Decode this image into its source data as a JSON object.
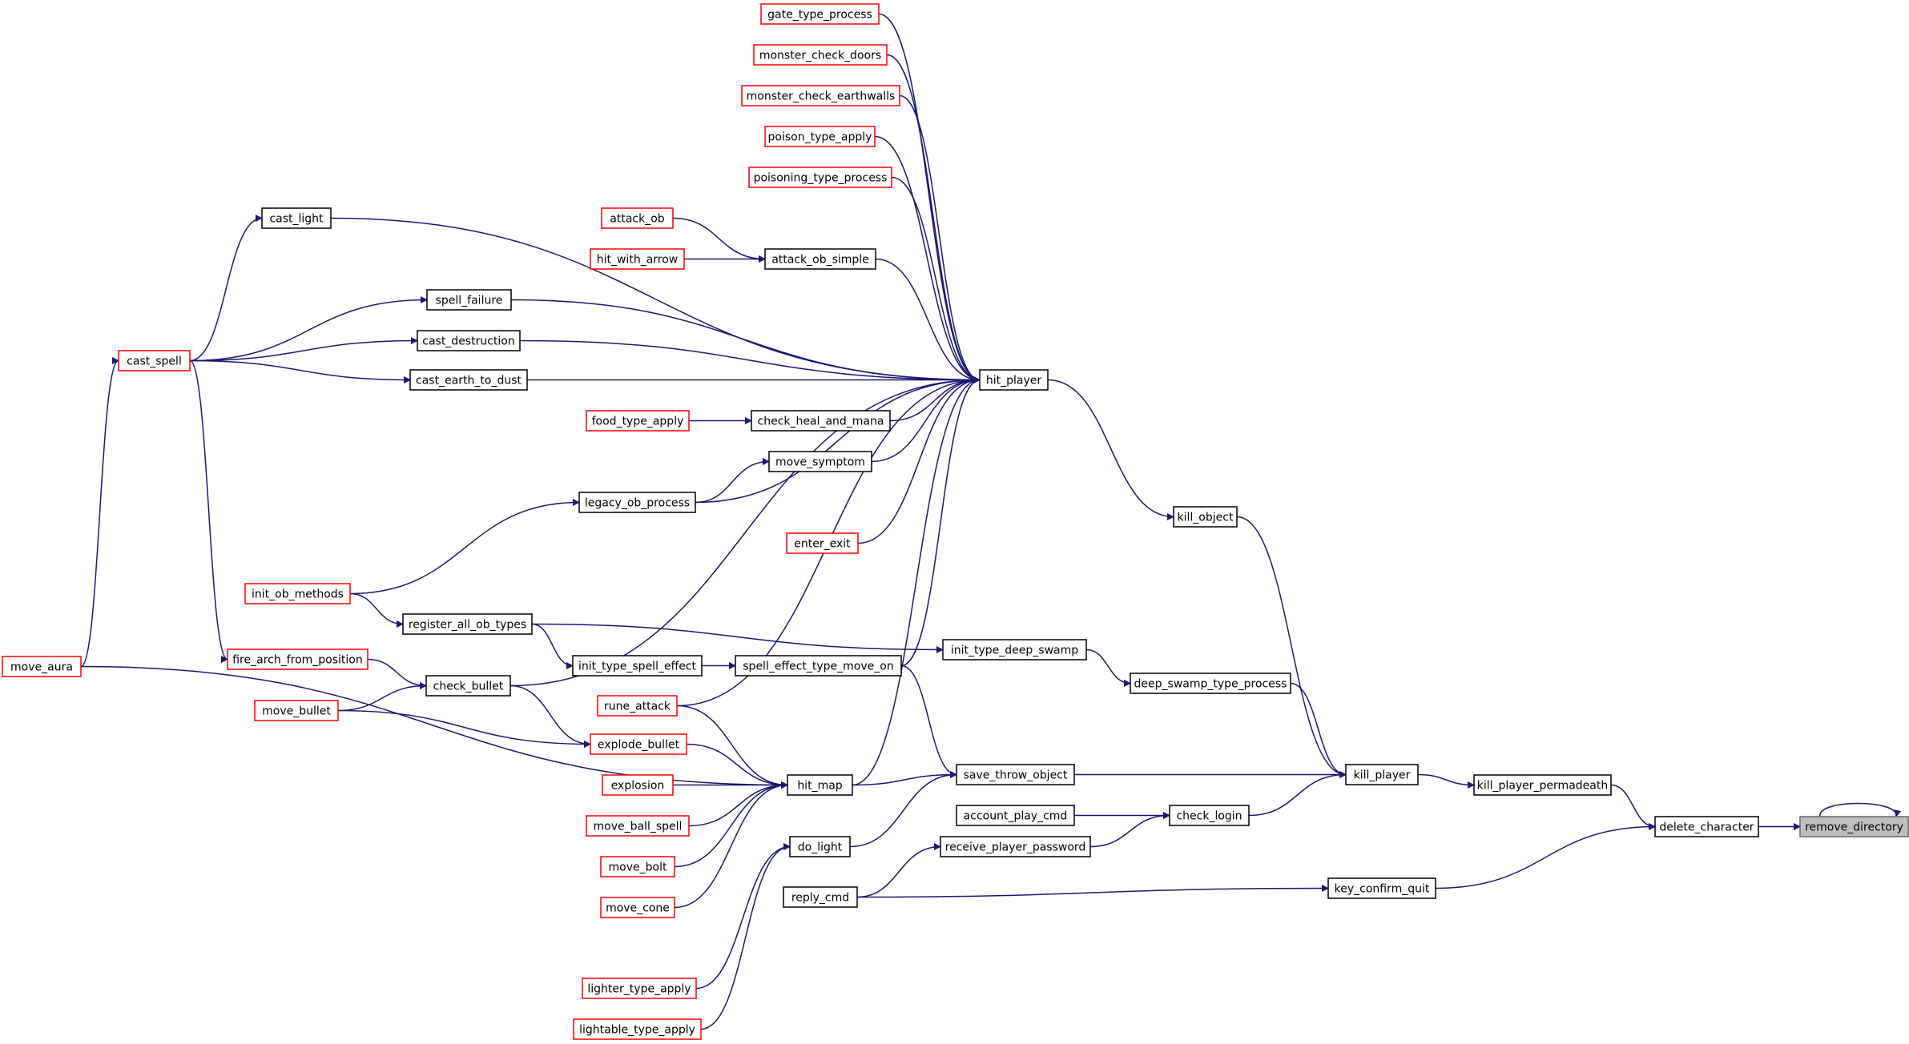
{
  "graph": {
    "edge_color": "#191970",
    "node_border_colors": {
      "documented": "#000000",
      "undocumented": "#ff0000",
      "focus": "#666666"
    },
    "focus_fill": "#bfbfbf",
    "nodes": [
      {
        "id": "remove_directory",
        "label": "remove_directory",
        "style": "focus"
      },
      {
        "id": "delete_character",
        "label": "delete_character",
        "style": "black"
      },
      {
        "id": "kill_player_permadeath",
        "label": "kill_player_permadeath",
        "style": "black"
      },
      {
        "id": "key_confirm_quit",
        "label": "key_confirm_quit",
        "style": "black"
      },
      {
        "id": "kill_player",
        "label": "kill_player",
        "style": "black"
      },
      {
        "id": "reply_cmd",
        "label": "reply_cmd",
        "style": "black"
      },
      {
        "id": "kill_object",
        "label": "kill_object",
        "style": "black"
      },
      {
        "id": "deep_swamp_type_process",
        "label": "deep_swamp_type_process",
        "style": "black"
      },
      {
        "id": "save_throw_object",
        "label": "save_throw_object",
        "style": "black"
      },
      {
        "id": "check_login",
        "label": "check_login",
        "style": "black"
      },
      {
        "id": "account_play_cmd",
        "label": "account_play_cmd",
        "style": "black"
      },
      {
        "id": "receive_player_password",
        "label": "receive_player_password",
        "style": "black"
      },
      {
        "id": "hit_player",
        "label": "hit_player",
        "style": "black"
      },
      {
        "id": "init_type_deep_swamp",
        "label": "init_type_deep_swamp",
        "style": "black"
      },
      {
        "id": "spell_effect_type_move_on",
        "label": "spell_effect_type_move_on",
        "style": "black"
      },
      {
        "id": "hit_map",
        "label": "hit_map",
        "style": "black"
      },
      {
        "id": "do_light",
        "label": "do_light",
        "style": "black"
      },
      {
        "id": "gate_type_process",
        "label": "gate_type_process",
        "style": "red"
      },
      {
        "id": "monster_check_doors",
        "label": "monster_check_doors",
        "style": "red"
      },
      {
        "id": "monster_check_earthwalls",
        "label": "monster_check_earthwalls",
        "style": "red"
      },
      {
        "id": "poison_type_apply",
        "label": "poison_type_apply",
        "style": "red"
      },
      {
        "id": "poisoning_type_process",
        "label": "poisoning_type_process",
        "style": "red"
      },
      {
        "id": "cast_light",
        "label": "cast_light",
        "style": "black"
      },
      {
        "id": "attack_ob",
        "label": "attack_ob",
        "style": "red"
      },
      {
        "id": "attack_ob_simple",
        "label": "attack_ob_simple",
        "style": "black"
      },
      {
        "id": "hit_with_arrow",
        "label": "hit_with_arrow",
        "style": "red"
      },
      {
        "id": "spell_failure",
        "label": "spell_failure",
        "style": "black"
      },
      {
        "id": "cast_destruction",
        "label": "cast_destruction",
        "style": "black"
      },
      {
        "id": "cast_earth_to_dust",
        "label": "cast_earth_to_dust",
        "style": "black"
      },
      {
        "id": "check_heal_and_mana",
        "label": "check_heal_and_mana",
        "style": "black"
      },
      {
        "id": "food_type_apply",
        "label": "food_type_apply",
        "style": "red"
      },
      {
        "id": "move_symptom",
        "label": "move_symptom",
        "style": "black"
      },
      {
        "id": "legacy_ob_process",
        "label": "legacy_ob_process",
        "style": "black"
      },
      {
        "id": "enter_exit",
        "label": "enter_exit",
        "style": "red"
      },
      {
        "id": "init_ob_methods",
        "label": "init_ob_methods",
        "style": "red"
      },
      {
        "id": "register_all_ob_types",
        "label": "register_all_ob_types",
        "style": "black"
      },
      {
        "id": "init_type_spell_effect",
        "label": "init_type_spell_effect",
        "style": "black"
      },
      {
        "id": "check_bullet",
        "label": "check_bullet",
        "style": "black"
      },
      {
        "id": "fire_arch_from_position",
        "label": "fire_arch_from_position",
        "style": "red"
      },
      {
        "id": "move_bullet",
        "label": "move_bullet",
        "style": "red"
      },
      {
        "id": "explode_bullet",
        "label": "explode_bullet",
        "style": "red"
      },
      {
        "id": "rune_attack",
        "label": "rune_attack",
        "style": "red"
      },
      {
        "id": "explosion",
        "label": "explosion",
        "style": "red"
      },
      {
        "id": "move_ball_spell",
        "label": "move_ball_spell",
        "style": "red"
      },
      {
        "id": "move_bolt",
        "label": "move_bolt",
        "style": "red"
      },
      {
        "id": "move_cone",
        "label": "move_cone",
        "style": "red"
      },
      {
        "id": "lighter_type_apply",
        "label": "lighter_type_apply",
        "style": "red"
      },
      {
        "id": "lightable_type_apply",
        "label": "lightable_type_apply",
        "style": "red"
      },
      {
        "id": "cast_spell",
        "label": "cast_spell",
        "style": "red"
      },
      {
        "id": "move_aura",
        "label": "move_aura",
        "style": "red"
      }
    ],
    "edges": [
      {
        "from": "remove_directory",
        "to": "remove_directory"
      },
      {
        "from": "remove_directory",
        "to": "delete_character"
      },
      {
        "from": "delete_character",
        "to": "kill_player_permadeath"
      },
      {
        "from": "delete_character",
        "to": "key_confirm_quit"
      },
      {
        "from": "kill_player_permadeath",
        "to": "kill_player"
      },
      {
        "from": "key_confirm_quit",
        "to": "reply_cmd"
      },
      {
        "from": "kill_player",
        "to": "kill_object"
      },
      {
        "from": "kill_player",
        "to": "deep_swamp_type_process"
      },
      {
        "from": "kill_player",
        "to": "save_throw_object"
      },
      {
        "from": "kill_player",
        "to": "check_login"
      },
      {
        "from": "check_login",
        "to": "account_play_cmd"
      },
      {
        "from": "check_login",
        "to": "receive_player_password"
      },
      {
        "from": "receive_player_password",
        "to": "reply_cmd"
      },
      {
        "from": "kill_object",
        "to": "hit_player"
      },
      {
        "from": "deep_swamp_type_process",
        "to": "init_type_deep_swamp"
      },
      {
        "from": "init_type_deep_swamp",
        "to": "register_all_ob_types"
      },
      {
        "from": "save_throw_object",
        "to": "spell_effect_type_move_on"
      },
      {
        "from": "save_throw_object",
        "to": "hit_map"
      },
      {
        "from": "save_throw_object",
        "to": "do_light"
      },
      {
        "from": "hit_player",
        "to": "gate_type_process"
      },
      {
        "from": "hit_player",
        "to": "monster_check_doors"
      },
      {
        "from": "hit_player",
        "to": "monster_check_earthwalls"
      },
      {
        "from": "hit_player",
        "to": "poison_type_apply"
      },
      {
        "from": "hit_player",
        "to": "poisoning_type_process"
      },
      {
        "from": "hit_player",
        "to": "cast_light"
      },
      {
        "from": "hit_player",
        "to": "attack_ob_simple"
      },
      {
        "from": "hit_player",
        "to": "spell_failure"
      },
      {
        "from": "hit_player",
        "to": "cast_destruction"
      },
      {
        "from": "hit_player",
        "to": "cast_earth_to_dust"
      },
      {
        "from": "hit_player",
        "to": "check_heal_and_mana"
      },
      {
        "from": "hit_player",
        "to": "move_symptom"
      },
      {
        "from": "hit_player",
        "to": "legacy_ob_process"
      },
      {
        "from": "hit_player",
        "to": "enter_exit"
      },
      {
        "from": "hit_player",
        "to": "check_bullet"
      },
      {
        "from": "hit_player",
        "to": "spell_effect_type_move_on"
      },
      {
        "from": "hit_player",
        "to": "rune_attack"
      },
      {
        "from": "hit_player",
        "to": "hit_map"
      },
      {
        "from": "attack_ob_simple",
        "to": "attack_ob"
      },
      {
        "from": "attack_ob_simple",
        "to": "hit_with_arrow"
      },
      {
        "from": "check_heal_and_mana",
        "to": "food_type_apply"
      },
      {
        "from": "move_symptom",
        "to": "legacy_ob_process"
      },
      {
        "from": "legacy_ob_process",
        "to": "init_ob_methods"
      },
      {
        "from": "register_all_ob_types",
        "to": "init_ob_methods"
      },
      {
        "from": "init_type_spell_effect",
        "to": "register_all_ob_types"
      },
      {
        "from": "spell_effect_type_move_on",
        "to": "init_type_spell_effect"
      },
      {
        "from": "check_bullet",
        "to": "fire_arch_from_position"
      },
      {
        "from": "check_bullet",
        "to": "move_bullet"
      },
      {
        "from": "explode_bullet",
        "to": "check_bullet"
      },
      {
        "from": "explode_bullet",
        "to": "move_bullet"
      },
      {
        "from": "hit_map",
        "to": "explode_bullet"
      },
      {
        "from": "hit_map",
        "to": "rune_attack"
      },
      {
        "from": "hit_map",
        "to": "explosion"
      },
      {
        "from": "hit_map",
        "to": "move_ball_spell"
      },
      {
        "from": "hit_map",
        "to": "move_bolt"
      },
      {
        "from": "hit_map",
        "to": "move_cone"
      },
      {
        "from": "hit_map",
        "to": "move_aura"
      },
      {
        "from": "do_light",
        "to": "lighter_type_apply"
      },
      {
        "from": "do_light",
        "to": "lightable_type_apply"
      },
      {
        "from": "cast_light",
        "to": "cast_spell"
      },
      {
        "from": "spell_failure",
        "to": "cast_spell"
      },
      {
        "from": "cast_destruction",
        "to": "cast_spell"
      },
      {
        "from": "cast_earth_to_dust",
        "to": "cast_spell"
      },
      {
        "from": "fire_arch_from_position",
        "to": "cast_spell"
      },
      {
        "from": "cast_spell",
        "to": "move_aura"
      }
    ]
  }
}
